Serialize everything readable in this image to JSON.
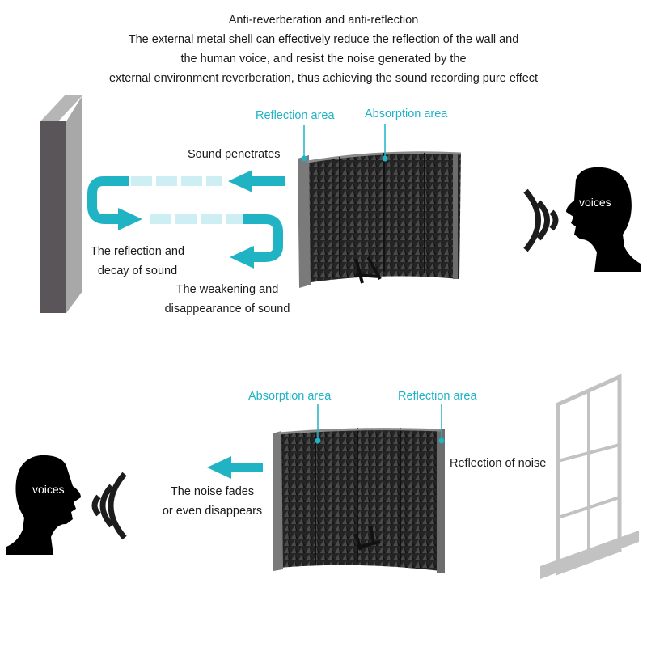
{
  "header": {
    "lines": [
      "Anti-reverberation and anti-reflection",
      "The external metal shell can effectively reduce the reflection of the wall and",
      "the human voice, and resist the noise generated by the",
      "external environment reverberation, thus achieving the sound recording pure effect"
    ]
  },
  "top_diagram": {
    "reflection_area": "Reflection area",
    "absorption_area": "Absorption area",
    "sound_penetrates": "Sound penetrates",
    "reflection_decay_1": "The reflection and",
    "reflection_decay_2": "decay of sound",
    "weakening_1": "The weakening and",
    "weakening_2": "disappearance of sound",
    "voices": "voices"
  },
  "bottom_diagram": {
    "absorption_area": "Absorption area",
    "reflection_area": "Reflection area",
    "reflection_of_noise": "Reflection of noise",
    "noise_fades_1": "The noise fades",
    "noise_fades_2": "or even disappears",
    "voices": "voices"
  },
  "colors": {
    "accent": "#1fb3c4",
    "accent_light": "#cdeff3",
    "wall_front": "#5a5558",
    "wall_side": "#a9a9a9",
    "foam": "#2a2a2a"
  }
}
